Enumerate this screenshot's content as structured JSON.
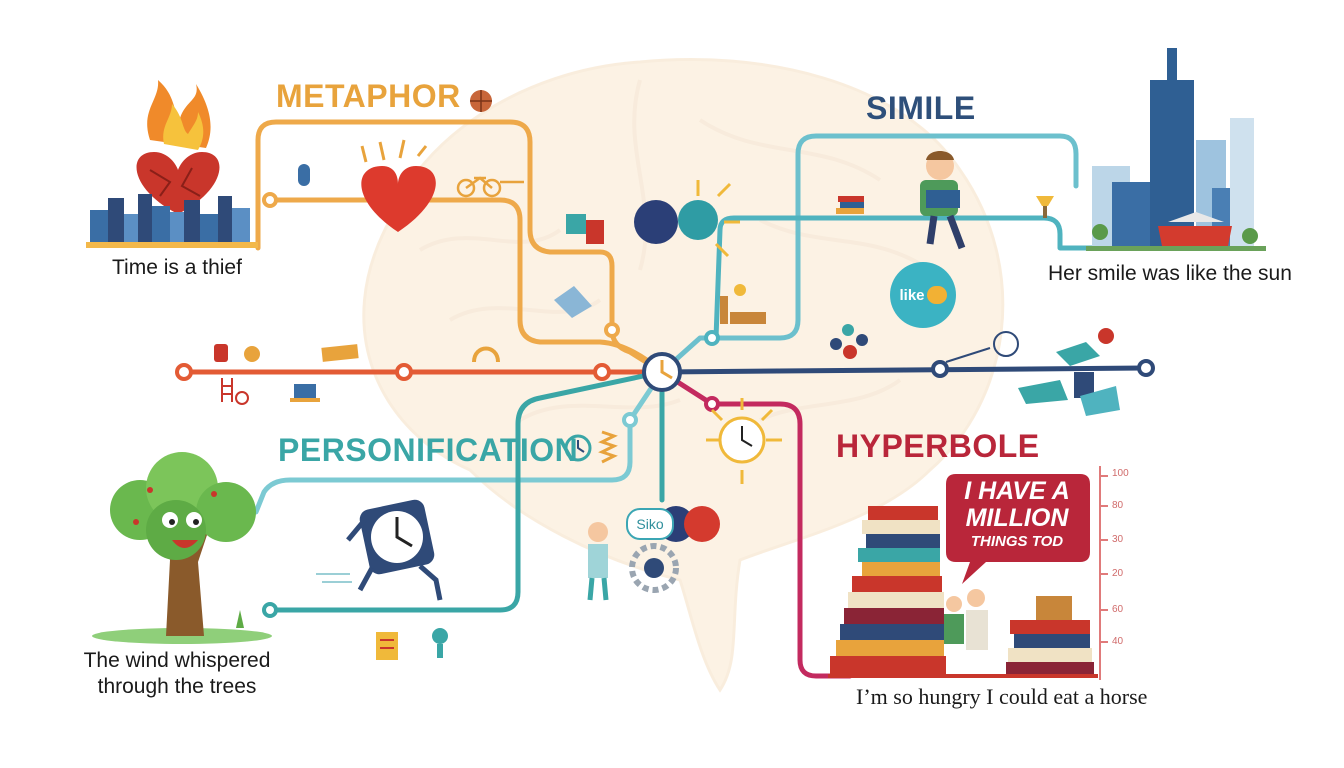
{
  "colors": {
    "metaphor": "#e8a33c",
    "simile": "#2e4f7a",
    "personification": "#3aa6a6",
    "hyperbole": "#b9263a",
    "orange_line": "#e35b35",
    "navy_line": "#2f4a78",
    "pink_line": "#c32a5f",
    "teal_line": "#4fb3bf"
  },
  "headings": {
    "metaphor": "METAPHOR",
    "simile": "SIMILE",
    "personification": "PERSONIFICATION",
    "hyperbole": "HYPERBOLE"
  },
  "examples": {
    "metaphor": "Time is a thief",
    "simile": "Her smile was like the sun",
    "personification": "The wind whispered through the trees",
    "hyperbole": "I’m so hungry I could eat a horse"
  },
  "badges": {
    "like": "like",
    "siko": "Siko"
  },
  "speech_bubble": {
    "line1": "I HAVE A",
    "line2": "MILLION",
    "line3": "THINGS TOD"
  },
  "scale_ticks": [
    "100",
    "80",
    "30",
    "20",
    "60",
    "40"
  ],
  "icons": {
    "metaphor_scene": "burning-heart-city-icon",
    "simile_scene": "city-skyline-icon",
    "personification_scene": "smiling-tree-icon",
    "hyperbole_scene": "book-stack-icon",
    "center_hub": "clock-hub-icon",
    "running_clock": "running-clock-icon",
    "reading_boy": "reading-boy-icon"
  }
}
